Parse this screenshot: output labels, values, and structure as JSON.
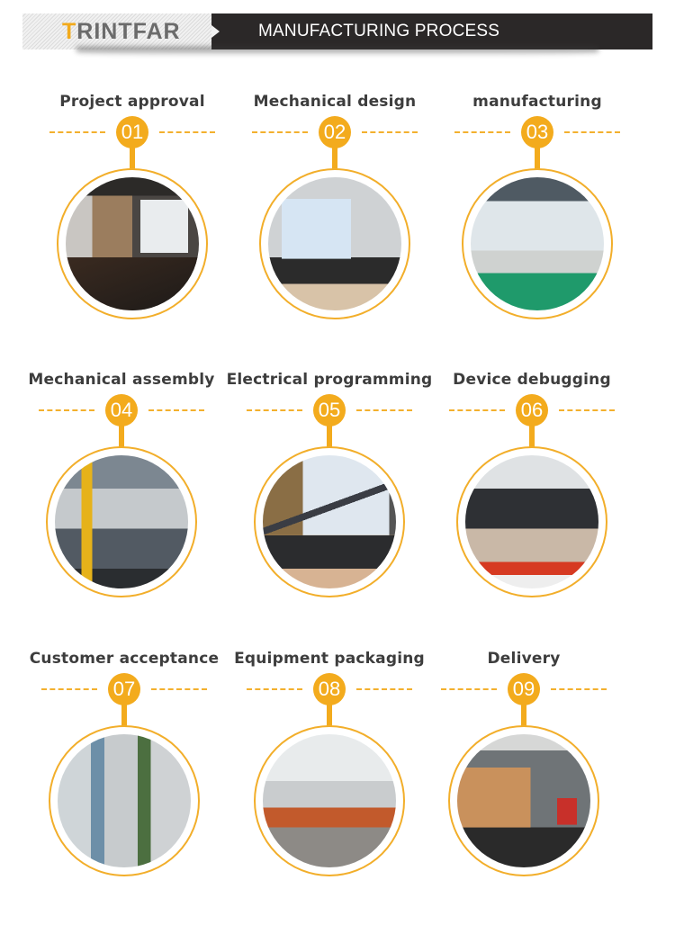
{
  "header": {
    "logo": {
      "accent_letter": "T",
      "rest": "RINTFAR",
      "accent_color": "#f2aa1b"
    },
    "title": "MANUFACTURING PROCESS"
  },
  "colors": {
    "accent": "#f3ab1d",
    "title_text": "#3d3d3d",
    "header_bg": "#2b2828"
  },
  "steps": [
    {
      "number": "01",
      "title": "Project approval",
      "image": "meeting-room-photo"
    },
    {
      "number": "02",
      "title": "Mechanical design",
      "image": "cad-workstation-photo"
    },
    {
      "number": "03",
      "title": "manufacturing",
      "image": "cnc-machines-photo"
    },
    {
      "number": "04",
      "title": "Mechanical assembly",
      "image": "assembly-workshop-photo"
    },
    {
      "number": "05",
      "title": "Electrical programming",
      "image": "laptop-programming-photo"
    },
    {
      "number": "06",
      "title": "Device debugging",
      "image": "electrical-testing-photo"
    },
    {
      "number": "07",
      "title": "Customer acceptance",
      "image": "customer-inspection-photo"
    },
    {
      "number": "08",
      "title": "Equipment packaging",
      "image": "packaging-workshop-photo"
    },
    {
      "number": "09",
      "title": "Delivery",
      "image": "truck-delivery-photo"
    }
  ]
}
